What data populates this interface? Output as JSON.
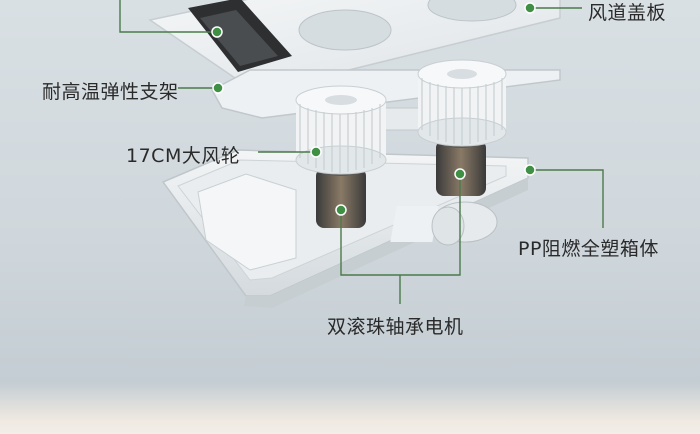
{
  "labels": {
    "cover": "风道盖板",
    "bracket": "耐高温弹性支架",
    "wheel": "17CM大风轮",
    "housing": "PP阻燃全塑箱体",
    "motor": "双滚珠轴承电机"
  },
  "colors": {
    "leader_line": "#4a7a4a",
    "dot": "#3f8f45"
  }
}
